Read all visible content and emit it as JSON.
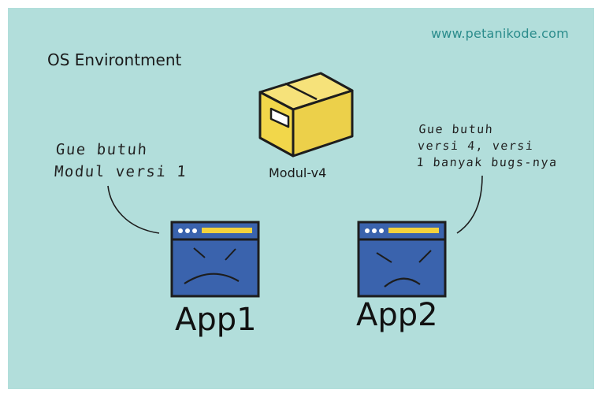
{
  "watermark": "www.petanikode.com",
  "environment": {
    "title": "OS Environtment"
  },
  "module": {
    "label": "Modul-v4",
    "icon": "package-box-icon"
  },
  "notes": {
    "left": "Gue butuh\nModul versi 1",
    "right": "Gue butuh\nversi 4, versi\n1 banyak bugs-nya"
  },
  "apps": [
    {
      "label": "App1",
      "icon": "sad-window-icon"
    },
    {
      "label": "App2",
      "icon": "sad-window-icon"
    }
  ],
  "colors": {
    "background": "#b2dedb",
    "window_blue": "#3a63ad",
    "window_accent": "#f3d23c",
    "box_yellow": "#f2d74a",
    "watermark": "#2b8c8c"
  }
}
